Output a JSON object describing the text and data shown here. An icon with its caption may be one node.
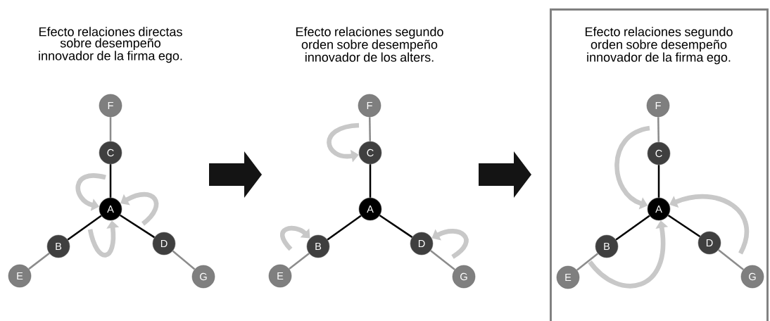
{
  "diagram": {
    "nodes": [
      {
        "text": [
          "F"
        ]
      },
      {
        "text": [
          "C"
        ]
      },
      {
        "text": [
          "A"
        ]
      },
      {
        "text": [
          "B"
        ]
      },
      {
        "text": [
          "D"
        ]
      },
      {
        "text": [
          "E"
        ]
      },
      {
        "text": [
          "G"
        ]
      },
      {
        "text": [
          "F"
        ]
      },
      {
        "text": [
          "C"
        ]
      },
      {
        "text": [
          "A"
        ]
      },
      {
        "text": [
          "B"
        ]
      },
      {
        "text": [
          "D"
        ]
      },
      {
        "text": [
          "E"
        ]
      },
      {
        "text": [
          "G"
        ]
      },
      {
        "text": [
          "Efecto relaciones segundo orden sobre desempeño innovador de la firma ego."
        ]
      },
      {
        "text": [
          "F"
        ],
        "in": 14
      },
      {
        "text": [
          "C"
        ],
        "in": 14
      },
      {
        "text": [
          "A"
        ],
        "in": 14
      },
      {
        "text": [
          "B"
        ],
        "in": 14
      },
      {
        "text": [
          "D"
        ],
        "in": 14
      },
      {
        "text": [
          "E"
        ],
        "in": 14
      },
      {
        "text": [
          "G"
        ],
        "in": 14
      }
    ],
    "edges": [
      {
        "from": 1,
        "to": 0,
        "arrow": "none",
        "color": "#8c8c8c"
      },
      {
        "from": 2,
        "to": 1,
        "arrow": "none",
        "color": "#000000"
      },
      {
        "from": 2,
        "to": 3,
        "arrow": "none",
        "color": "#000000"
      },
      {
        "from": 2,
        "to": 4,
        "arrow": "none",
        "color": "#000000"
      },
      {
        "from": 3,
        "to": 5,
        "arrow": "none",
        "color": "#8c8c8c"
      },
      {
        "from": 4,
        "to": 6,
        "arrow": "none",
        "color": "#8c8c8c"
      },
      {
        "from": null,
        "to": 2,
        "arrow": "to",
        "style": "thick",
        "color": "#c8c8c8"
      },
      {
        "from": null,
        "to": 2,
        "arrow": "to",
        "style": "thick",
        "color": "#c8c8c8"
      },
      {
        "from": null,
        "to": 2,
        "arrow": "to",
        "style": "thick",
        "color": "#c8c8c8"
      },
      {
        "from": 8,
        "to": 7,
        "arrow": "none",
        "color": "#8c8c8c"
      },
      {
        "from": 9,
        "to": 8,
        "arrow": "none",
        "color": "#000000"
      },
      {
        "from": 9,
        "to": 10,
        "arrow": "none",
        "color": "#000000"
      },
      {
        "from": 9,
        "to": 11,
        "arrow": "none",
        "color": "#000000"
      },
      {
        "from": 10,
        "to": 12,
        "arrow": "none",
        "color": "#8c8c8c"
      },
      {
        "from": 11,
        "to": 13,
        "arrow": "none",
        "color": "#8c8c8c"
      },
      {
        "from": null,
        "to": 8,
        "arrow": "to",
        "style": "thick",
        "color": "#c8c8c8"
      },
      {
        "from": null,
        "to": 10,
        "arrow": "to",
        "style": "thick",
        "color": "#c8c8c8"
      },
      {
        "from": null,
        "to": 11,
        "arrow": "to",
        "style": "thick",
        "color": "#c8c8c8"
      },
      {
        "from": 16,
        "to": 15,
        "arrow": "none",
        "color": "#8c8c8c"
      },
      {
        "from": 17,
        "to": 16,
        "arrow": "none",
        "color": "#000000"
      },
      {
        "from": 17,
        "to": 18,
        "arrow": "none",
        "color": "#000000"
      },
      {
        "from": 17,
        "to": 19,
        "arrow": "none",
        "color": "#000000"
      },
      {
        "from": 18,
        "to": 20,
        "arrow": "none",
        "color": "#8c8c8c"
      },
      {
        "from": 19,
        "to": 21,
        "arrow": "none",
        "color": "#8c8c8c"
      },
      {
        "from": null,
        "to": 17,
        "arrow": "to",
        "style": "thick",
        "color": "#c8c8c8"
      },
      {
        "from": null,
        "to": 17,
        "arrow": "to",
        "style": "thick",
        "color": "#c8c8c8"
      },
      {
        "from": null,
        "to": 17,
        "arrow": "to",
        "style": "thick",
        "color": "#c8c8c8"
      }
    ],
    "labels": [
      "Efecto relaciones directas sobre desempeño innovador de la firma ego.",
      "Efecto relaciones segundo orden sobre desempeño innovador de los alters."
    ]
  }
}
